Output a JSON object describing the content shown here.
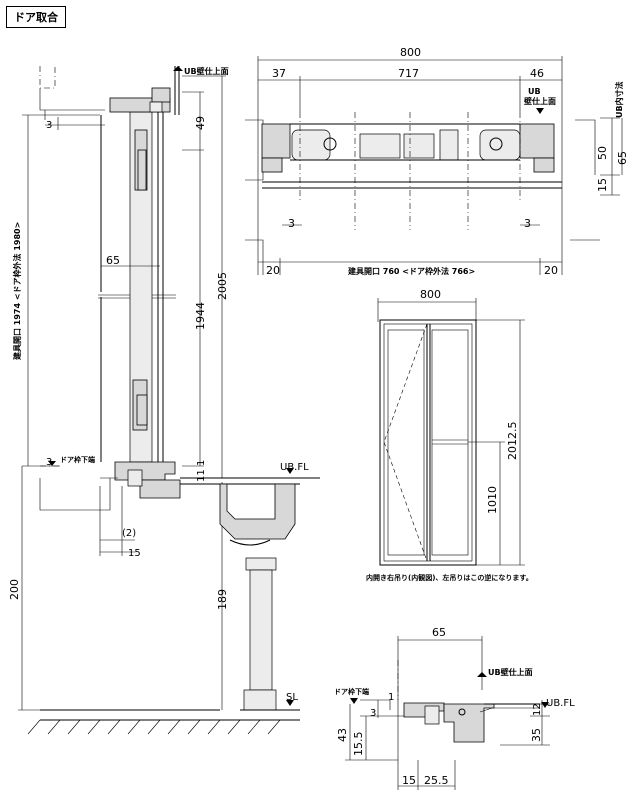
{
  "title": "ドア取合",
  "labels": {
    "ub_wall_top": "UB壁仕上面",
    "ub_wall_top_split_1": "UB",
    "ub_wall_top_split_2": "壁仕上面",
    "ub_inner": "UB内寸法",
    "ub_fl": "UB.FL",
    "sl": "SL",
    "door_frame_bottom": "ドア枠下端",
    "opening_vertical": "建具開口 1974 <ドア枠外法 1980>",
    "opening_horizontal": "建具開口 760 <ドア枠外法 766>",
    "note": "内開き右吊り(内観図)、左吊りはこの逆になります。"
  },
  "dims": {
    "top_800": "800",
    "top_37": "37",
    "top_717": "717",
    "top_46": "46",
    "top_50": "50",
    "top_65": "65",
    "top_15": "15",
    "top_3a": "3",
    "top_3b": "3",
    "top_20a": "20",
    "top_20b": "20",
    "v_3": "3",
    "v_49": "49",
    "v_65": "65",
    "v_1944": "1944",
    "v_2005": "2005",
    "v_1": "1",
    "v_11": "11",
    "v_3b": "3",
    "v_2": "(2)",
    "v_15": "15",
    "v_200": "200",
    "v_189": "189",
    "e_800": "800",
    "e_2012": "2012.5",
    "e_1010": "1010",
    "b_65": "65",
    "b_1": "1",
    "b_3": "3",
    "b_43": "43",
    "b_155": "15.5",
    "b_12": "12",
    "b_35": "35",
    "b_15": "15",
    "b_255": "25.5"
  }
}
